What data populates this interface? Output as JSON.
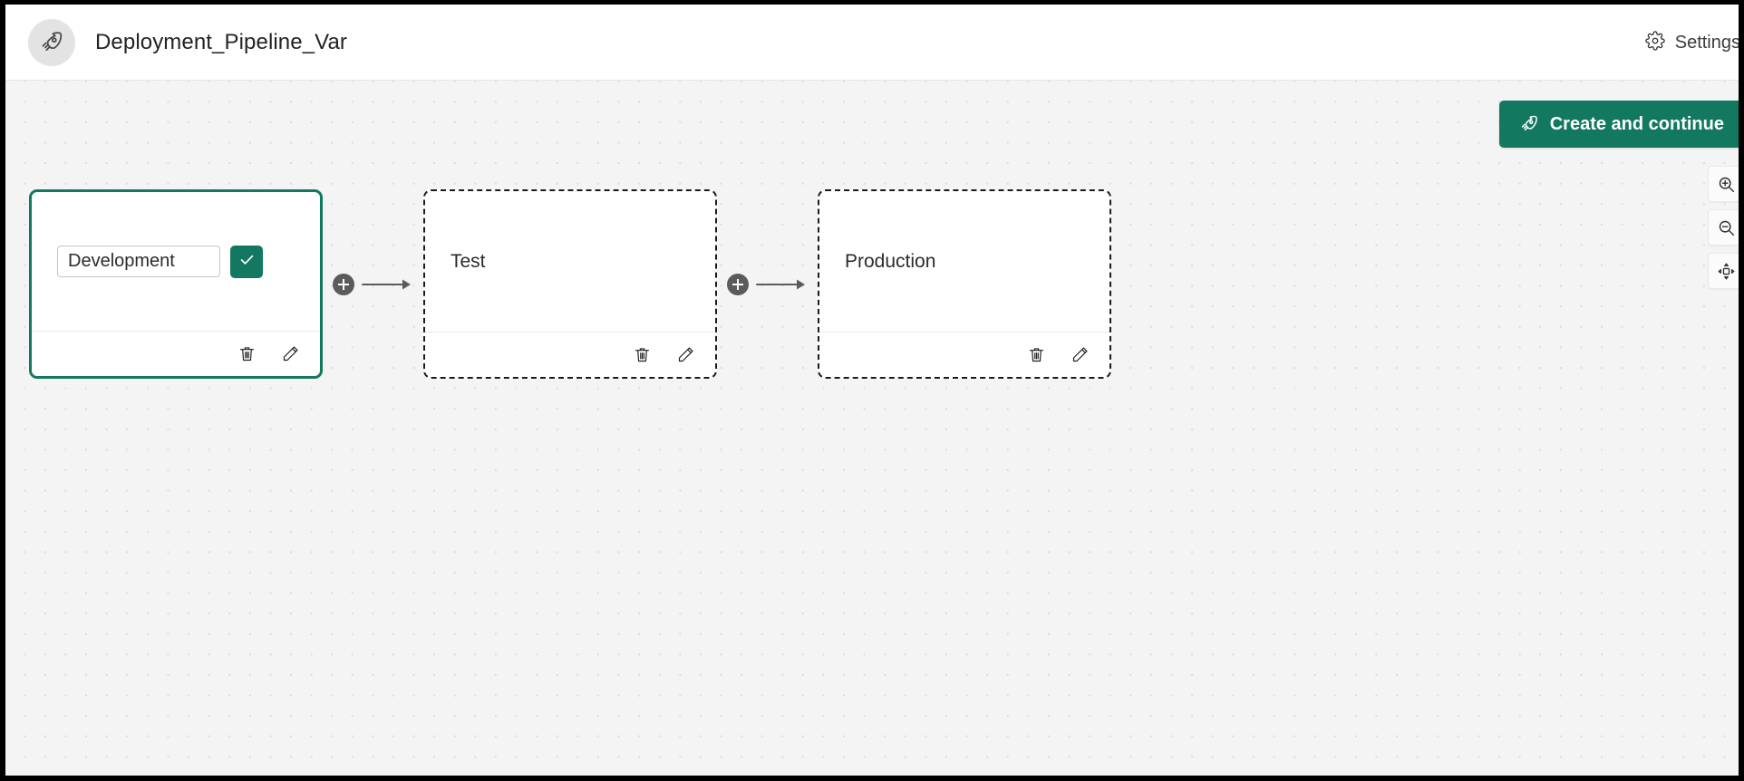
{
  "header": {
    "app_icon": "rocket-icon",
    "title": "Deployment_Pipeline_Var",
    "settings_icon": "gear-icon",
    "settings_label": "Settings"
  },
  "toolbar": {
    "create_icon": "rocket-icon",
    "create_label": "Create and continue"
  },
  "zoom_controls": [
    {
      "name": "zoom-in-button",
      "icon": "zoom-in-icon"
    },
    {
      "name": "zoom-out-button",
      "icon": "zoom-out-icon"
    },
    {
      "name": "fit-to-screen-button",
      "icon": "fit-to-screen-icon"
    }
  ],
  "canvas": {
    "background_color": "#f4f4f4",
    "dot_color": "#dcdcdc"
  },
  "colors": {
    "accent_green": "#12785f",
    "node_border_dashed": "#1b1b1b",
    "connector_gray": "#5b5b5b",
    "badge_gray": "#e3e3e3"
  },
  "stages": [
    {
      "id": "development",
      "name": "Development",
      "state": "editing",
      "input_value": "Development",
      "input_placeholder": "Stage name",
      "confirm_icon": "check-icon",
      "delete_icon": "trash-icon",
      "edit_icon": "pencil-icon"
    },
    {
      "id": "test",
      "name": "Test",
      "state": "default",
      "delete_icon": "trash-icon",
      "edit_icon": "pencil-icon"
    },
    {
      "id": "production",
      "name": "Production",
      "state": "default",
      "delete_icon": "trash-icon",
      "edit_icon": "pencil-icon"
    }
  ],
  "connectors": [
    {
      "id": "dev-to-test",
      "add_icon": "plus-icon",
      "arrow_icon": "arrow-right-icon"
    },
    {
      "id": "test-to-production",
      "add_icon": "plus-icon",
      "arrow_icon": "arrow-right-icon"
    }
  ]
}
